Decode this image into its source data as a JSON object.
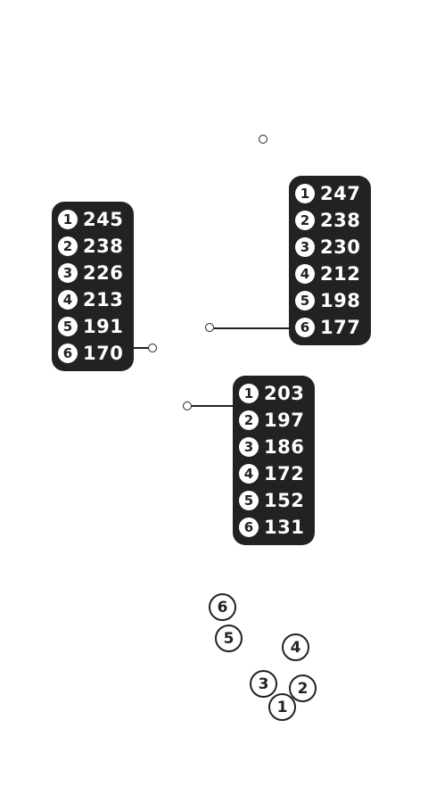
{
  "colors": {
    "panel": "#222222",
    "background": "#ffffff",
    "marker_stroke": "#222222"
  },
  "panels": [
    {
      "id": "left",
      "rows": [
        {
          "rank": "1",
          "value": "245"
        },
        {
          "rank": "2",
          "value": "238"
        },
        {
          "rank": "3",
          "value": "226"
        },
        {
          "rank": "4",
          "value": "213"
        },
        {
          "rank": "5",
          "value": "191"
        },
        {
          "rank": "6",
          "value": "170"
        }
      ]
    },
    {
      "id": "right",
      "rows": [
        {
          "rank": "1",
          "value": "247"
        },
        {
          "rank": "2",
          "value": "238"
        },
        {
          "rank": "3",
          "value": "230"
        },
        {
          "rank": "4",
          "value": "212"
        },
        {
          "rank": "5",
          "value": "198"
        },
        {
          "rank": "6",
          "value": "177"
        }
      ]
    },
    {
      "id": "center",
      "rows": [
        {
          "rank": "1",
          "value": "203"
        },
        {
          "rank": "2",
          "value": "197"
        },
        {
          "rank": "3",
          "value": "186"
        },
        {
          "rank": "4",
          "value": "172"
        },
        {
          "rank": "5",
          "value": "152"
        },
        {
          "rank": "6",
          "value": "131"
        }
      ]
    }
  ],
  "markers": [
    "1",
    "2",
    "3",
    "4",
    "5",
    "6"
  ]
}
